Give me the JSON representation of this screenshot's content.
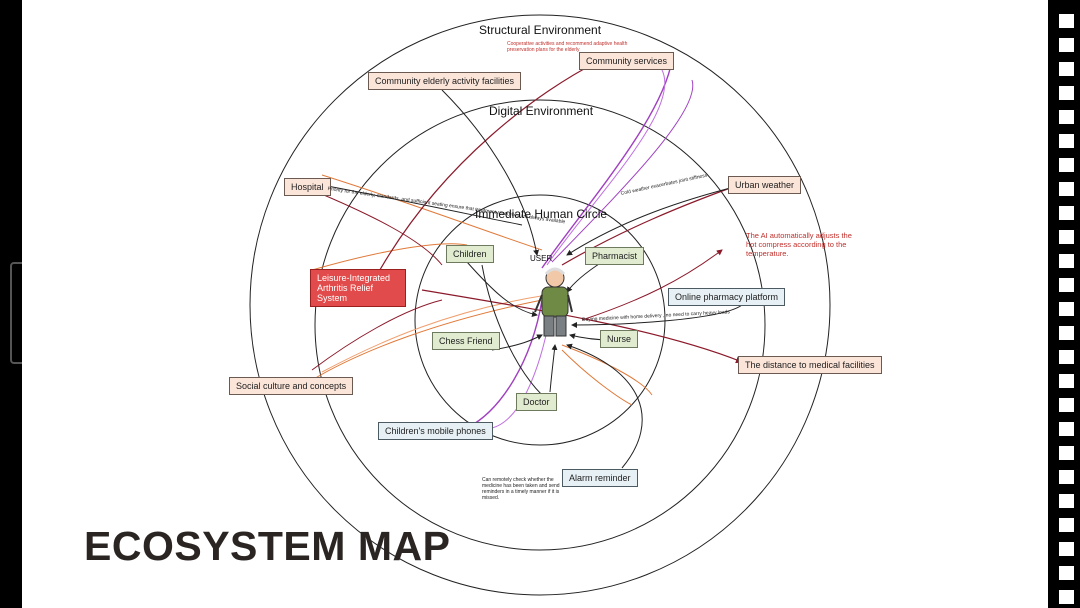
{
  "title": "ECOSYSTEM MAP",
  "rings": {
    "structural": "Structural Environment",
    "digital": "Digital Environment",
    "immediate": "Immediate Human Circle"
  },
  "center_label": "USER",
  "system": "Leisure-Integrated Arthritis Relief System",
  "nodes": {
    "community_elderly": "Community elderly activity facilities",
    "community_services": "Community services",
    "hospital": "Hospital",
    "urban_weather": "Urban weather",
    "online_pharmacy": "Online pharmacy platform",
    "distance": "The distance to medical facilities",
    "social_culture": "Social culture and concepts",
    "children_phones": "Children's mobile phones",
    "alarm": "Alarm reminder",
    "children": "Children",
    "pharmacist": "Pharmacist",
    "chess_friend": "Chess Friend",
    "nurse": "Nurse",
    "doctor": "Doctor"
  },
  "notes": {
    "ai_adjust": "The AI automatically adjusts the hot compress according to the temperature.",
    "remote_check": "Can remotely check whether the medicine has been taken and send reminders in a timely manner if it is missed.",
    "cooperative": "Cooperative activities and recommend adaptive health preservation plans for the elderly",
    "priority": "Priority for the elderly, standards, and sufficient seating ensure that treatment resources are always available",
    "cold_weather": "Cold weather exacerbates joint stiffness",
    "buying": "Buying medicine with home delivery , no need to carry heavy loads"
  },
  "colors": {
    "structural_links": "#8b1a2b",
    "digital_links": "#a040c0",
    "care_links": "#e07a3a",
    "dark_links": "#222222",
    "system_red": "#e24b4b"
  }
}
